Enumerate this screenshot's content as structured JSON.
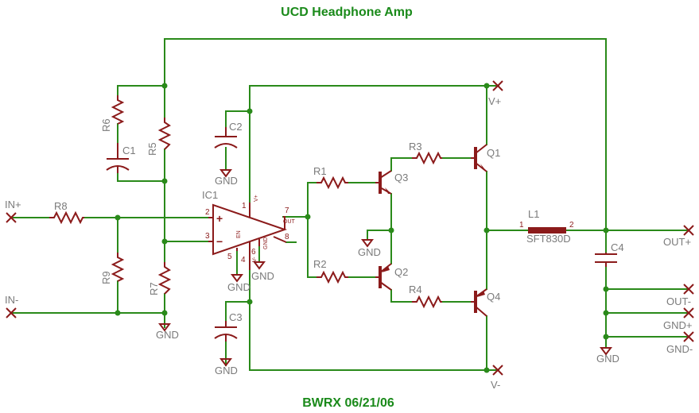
{
  "title": "UCD Headphone Amp",
  "footer": "BWRX 06/21/06",
  "colors": {
    "wire": "#2a8a1a",
    "component": "#8b1a1a",
    "label": "#7a7a7a",
    "title": "#1a8a1a"
  },
  "ports": {
    "in_plus": "IN+",
    "in_minus": "IN-",
    "v_plus": "V+",
    "v_minus": "V-",
    "out_plus": "OUT+",
    "out_minus": "OUT-",
    "gnd_plus": "GND+",
    "gnd_minus": "GND-"
  },
  "resistors": {
    "r1": "R1",
    "r2": "R2",
    "r3": "R3",
    "r4": "R4",
    "r5": "R5",
    "r6": "R6",
    "r7": "R7",
    "r8": "R8",
    "r9": "R9"
  },
  "capacitors": {
    "c1": "C1",
    "c2": "C2",
    "c3": "C3",
    "c4": "C4"
  },
  "transistors": {
    "q1": "Q1",
    "q2": "Q2",
    "q3": "Q3",
    "q4": "Q4"
  },
  "ic": {
    "name": "IC1",
    "pin1": "1",
    "pin2": "2",
    "pin3": "3",
    "pin4": "4",
    "pin5": "5",
    "pin6": "6",
    "pin7": "7",
    "pin8": "8",
    "en": "EN",
    "out": "OUT",
    "vplus": "V+",
    "vminus": "V-",
    "gnd": "GND",
    "plus": "+",
    "minus": "−"
  },
  "inductor": {
    "name": "L1",
    "part": "SFT830D",
    "pin1": "1",
    "pin2": "2"
  },
  "gnd_labels": {
    "g1": "GND",
    "g2": "GND",
    "g3": "GND",
    "g4": "GND",
    "g5": "GND",
    "g6": "GND",
    "g7": "GND"
  }
}
